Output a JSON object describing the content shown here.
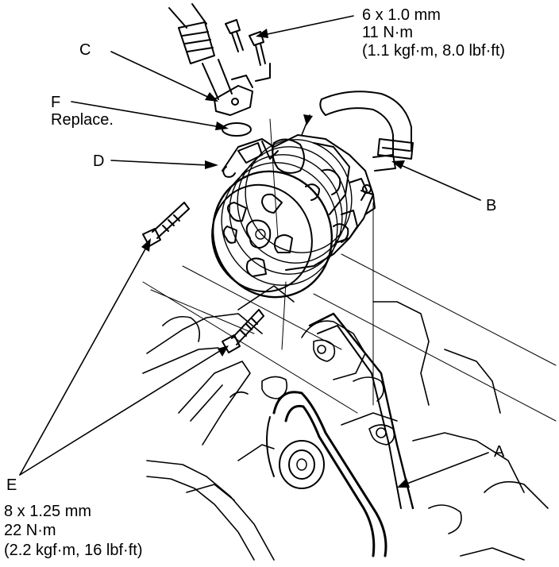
{
  "callouts": {
    "a": {
      "label": "A"
    },
    "b": {
      "label": "B"
    },
    "c": {
      "label": "C"
    },
    "d": {
      "label": "D"
    },
    "e": {
      "label": "E",
      "size": "8 x 1.25 mm",
      "torque": "22 N·m",
      "torque_alt": "(2.2 kgf·m, 16 lbf·ft)"
    },
    "f": {
      "label": "F",
      "note": "Replace."
    },
    "top_bolt": {
      "size": "6 x 1.0 mm",
      "torque": "11 N·m",
      "torque_alt": "(1.1 kgf·m, 8.0 lbf·ft)"
    }
  },
  "colors": {
    "ink": "#000000",
    "paper": "#ffffff"
  }
}
